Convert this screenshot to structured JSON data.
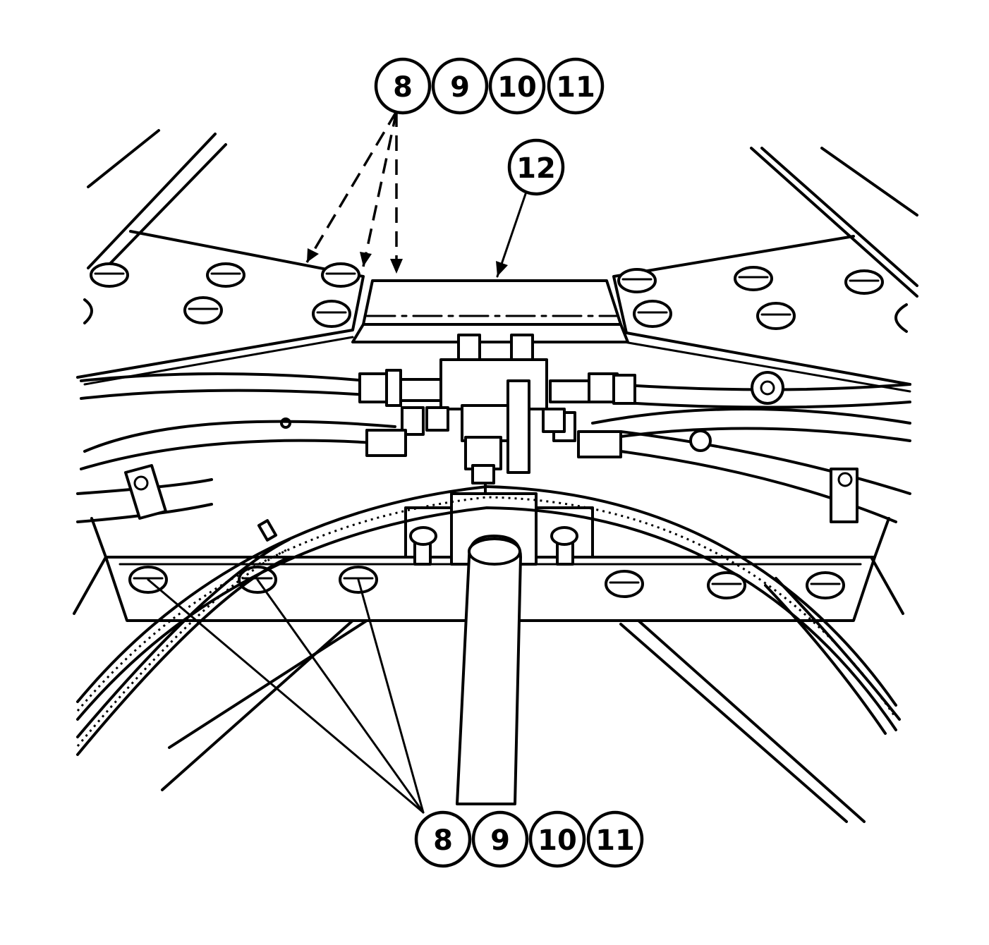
{
  "callouts": {
    "top_group": [
      "8",
      "9",
      "10",
      "11"
    ],
    "bracket": "12",
    "bottom_group": [
      "8",
      "9",
      "10",
      "11"
    ]
  },
  "colors": {
    "line": "#000000",
    "background": "#ffffff"
  }
}
